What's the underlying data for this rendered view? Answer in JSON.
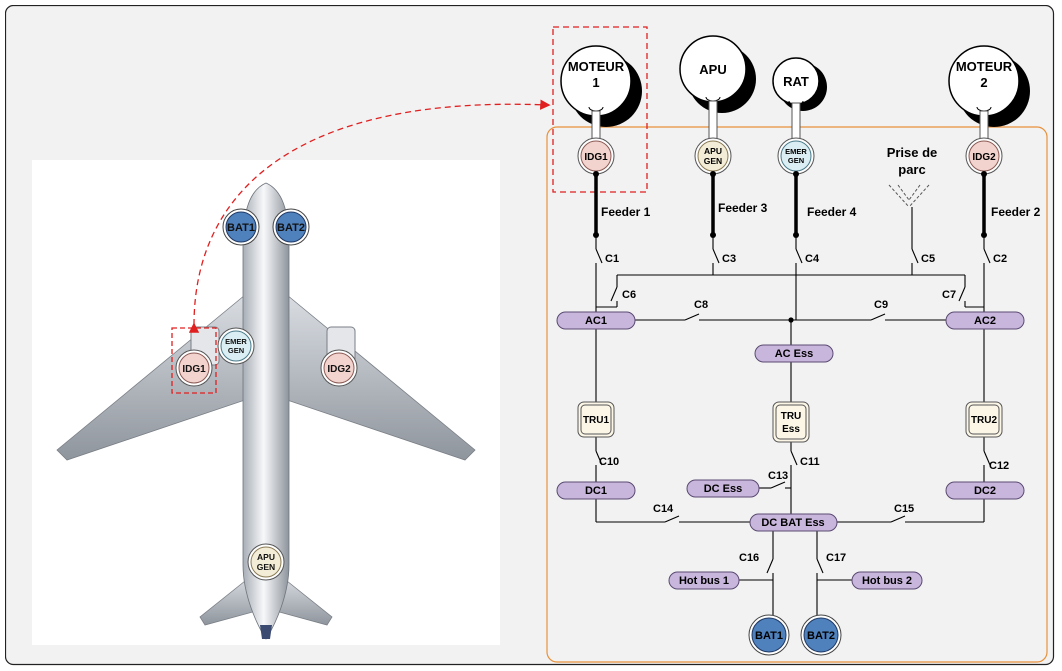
{
  "engines": {
    "moteur1": "MOTEUR",
    "moteur1_num": "1",
    "apu": "APU",
    "rat": "RAT",
    "moteur2": "MOTEUR",
    "moteur2_num": "2"
  },
  "generators": {
    "idg1": "IDG1",
    "apu_gen_1": "APU",
    "apu_gen_2": "GEN",
    "emer_gen_1": "EMER",
    "emer_gen_2": "GEN",
    "idg2": "IDG2"
  },
  "prise_de_parc": {
    "line1": "Prise de",
    "line2": "parc"
  },
  "feeders": {
    "f1": "Feeder 1",
    "f3": "Feeder 3",
    "f4": "Feeder 4",
    "f2": "Feeder 2"
  },
  "contactors": {
    "c1": "C1",
    "c2": "C2",
    "c3": "C3",
    "c4": "C4",
    "c5": "C5",
    "c6": "C6",
    "c7": "C7",
    "c8": "C8",
    "c9": "C9",
    "c10": "C10",
    "c11": "C11",
    "c12": "C12",
    "c13": "C13",
    "c14": "C14",
    "c15": "C15",
    "c16": "C16",
    "c17": "C17"
  },
  "buses": {
    "ac1": "AC1",
    "ac2": "AC2",
    "ac_ess": "AC Ess",
    "dc1": "DC1",
    "dc2": "DC2",
    "dc_ess": "DC Ess",
    "dc_bat_ess": "DC BAT Ess",
    "hot_bus_1": "Hot bus 1",
    "hot_bus_2": "Hot bus 2"
  },
  "trus": {
    "tru1": "TRU1",
    "tru_ess_1": "TRU",
    "tru_ess_2": "Ess",
    "tru2": "TRU2"
  },
  "batteries": {
    "bat1": "BAT1",
    "bat2": "BAT2"
  },
  "aircraft": {
    "bat1": "BAT1",
    "bat2": "BAT2",
    "idg1": "IDG1",
    "idg2": "IDG2",
    "emer_1": "EMER",
    "emer_2": "GEN",
    "apu_1": "APU",
    "apu_2": "GEN"
  },
  "colors": {
    "bus_fill": "#c9b6dc",
    "idg_fill": "#f3d3ce",
    "emer_fill": "#dbeef3",
    "gen_fill": "#f3ecd6",
    "battery_fill": "#4f81bd",
    "tru_fill": "#fbf6e6",
    "highlight": "#e02020",
    "boundary": "#e8913c"
  }
}
